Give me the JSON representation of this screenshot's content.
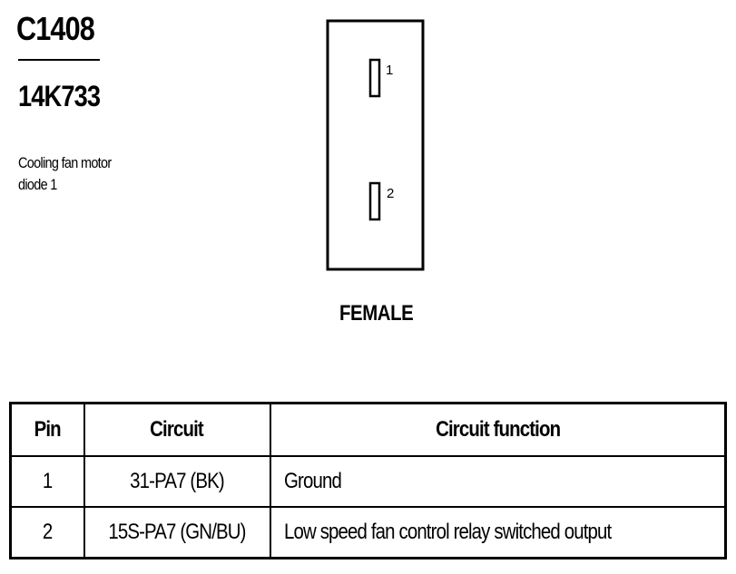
{
  "connector": {
    "id": "C1408",
    "part_number": "14K733",
    "description_line1": "Cooling fan motor",
    "description_line2": "diode 1",
    "gender": "FEMALE",
    "pin_labels": [
      "1",
      "2"
    ]
  },
  "table": {
    "headers": {
      "pin": "Pin",
      "circuit": "Circuit",
      "function": "Circuit function"
    },
    "rows": [
      {
        "pin": "1",
        "circuit": "31-PA7 (BK)",
        "function": "Ground"
      },
      {
        "pin": "2",
        "circuit": "15S-PA7 (GN/BU)",
        "function": "Low speed fan control relay switched output"
      }
    ]
  }
}
